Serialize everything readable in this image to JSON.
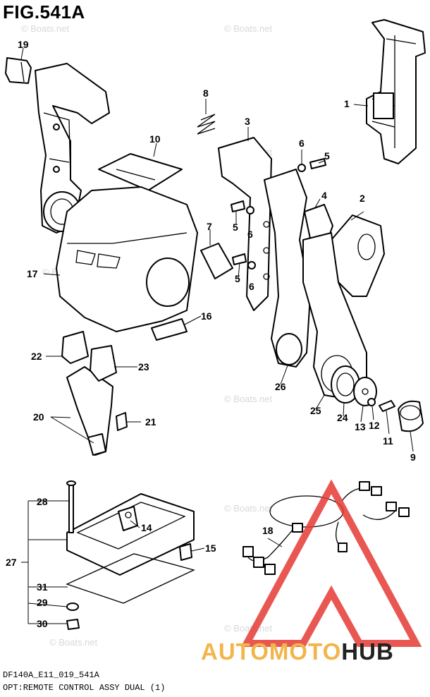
{
  "figure": {
    "title": "FIG.541A"
  },
  "footer": {
    "code": "DF140A_E11_019_541A",
    "description": "OPT:REMOTE CONTROL ASSY DUAL (1)"
  },
  "watermark": "© Boats.net",
  "logo": {
    "part1": "AUTO",
    "part2": "MOTO",
    "part3": "HUB",
    "accent": "#e53935",
    "orange": "#f3b54a"
  },
  "callouts": [
    "1",
    "2",
    "3",
    "4",
    "5",
    "5",
    "5",
    "6",
    "6",
    "6",
    "7",
    "8",
    "9",
    "10",
    "11",
    "12",
    "13",
    "14",
    "15",
    "16",
    "17",
    "18",
    "19",
    "20",
    "21",
    "22",
    "23",
    "24",
    "25",
    "26",
    "27",
    "28",
    "29",
    "30",
    "31"
  ]
}
